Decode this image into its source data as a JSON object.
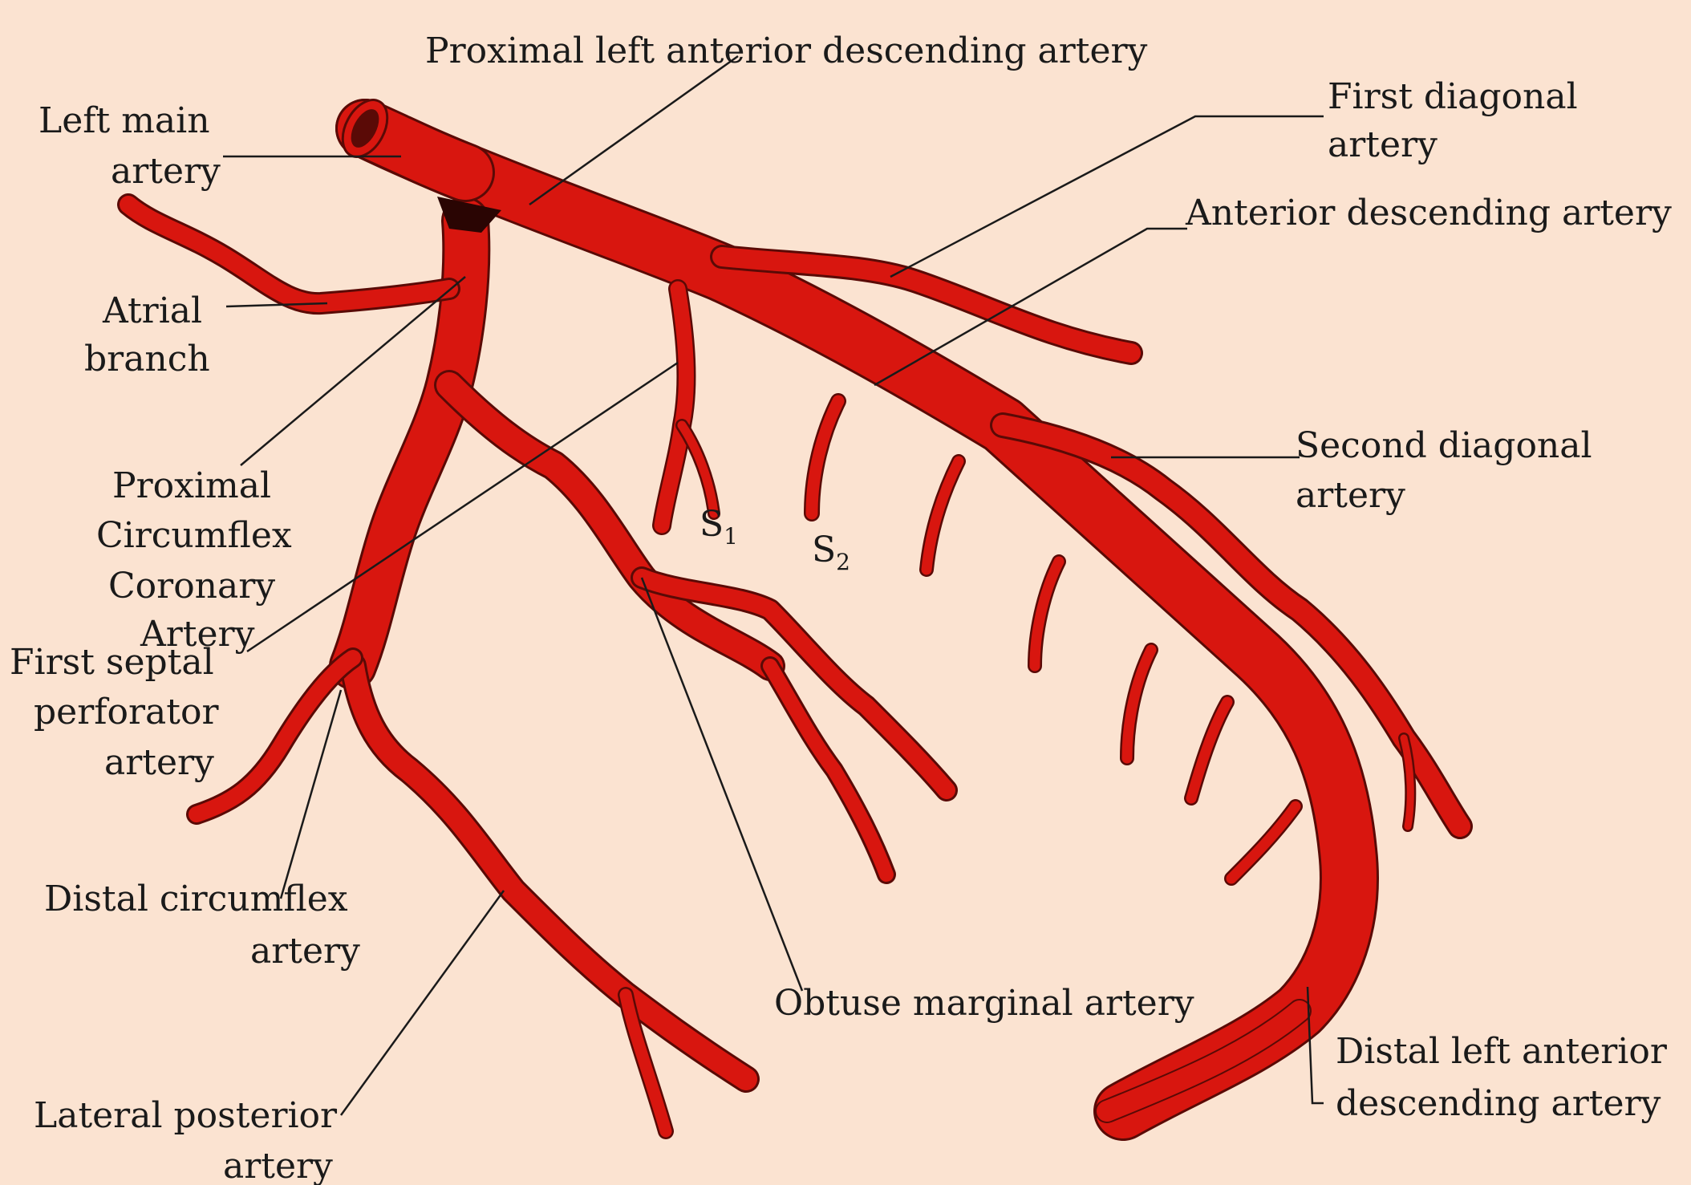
{
  "diagram": {
    "background_color": "#fbe3d1",
    "artery_color": "#d8160f",
    "outline_color": "#5a0a06",
    "labels": {
      "proximal_lad": "Proximal left anterior descending artery",
      "left_main_1": "Left main",
      "left_main_2": "artery",
      "first_diagonal_1": "First diagonal",
      "first_diagonal_2": "artery",
      "anterior_descending": "Anterior descending artery",
      "atrial_1": "Atrial",
      "atrial_2": "branch",
      "proximal_cx_1": "Proximal",
      "proximal_cx_2": "Circumflex",
      "proximal_cx_3": "Coronary",
      "proximal_cx_4": "Artery",
      "first_septal_1": "First septal",
      "first_septal_2": "perforator",
      "first_septal_3": "artery",
      "s1": "S",
      "s1_sub": "1",
      "s2": "S",
      "s2_sub": "2",
      "second_diagonal_1": "Second diagonal",
      "second_diagonal_2": "artery",
      "distal_cx_1": "Distal circumflex",
      "distal_cx_2": "artery",
      "obtuse_marginal": "Obtuse marginal artery",
      "distal_lad_1": "Distal left anterior",
      "distal_lad_2": "descending artery",
      "lateral_posterior_1": "Lateral posterior",
      "lateral_posterior_2": "artery"
    }
  }
}
